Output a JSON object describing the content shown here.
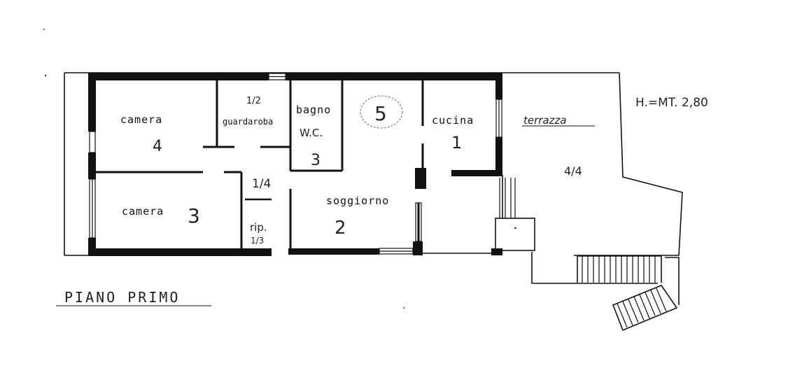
{
  "rooms": {
    "camera_top": "camera",
    "camera_top_num": "4",
    "guardaroba": "guardaroba",
    "guardaroba_frac": "1/2",
    "bagno": "bagno",
    "wc": "W.C.",
    "bagno_num": "3",
    "circled_num": "5",
    "cucina": "cucina",
    "cucina_num": "1",
    "terrazza": "terrazza",
    "terrazza_frac": "4/4",
    "camera_bottom": "camera",
    "camera_bottom_num": "3",
    "corridor_frac": "1/4",
    "rip": "rip.",
    "rip_frac": "1/3",
    "soggiorno": "soggiorno",
    "soggiorno_num": "2"
  },
  "height_note": "H.=MT. 2,80",
  "floor_title": "PIANO PRIMO"
}
